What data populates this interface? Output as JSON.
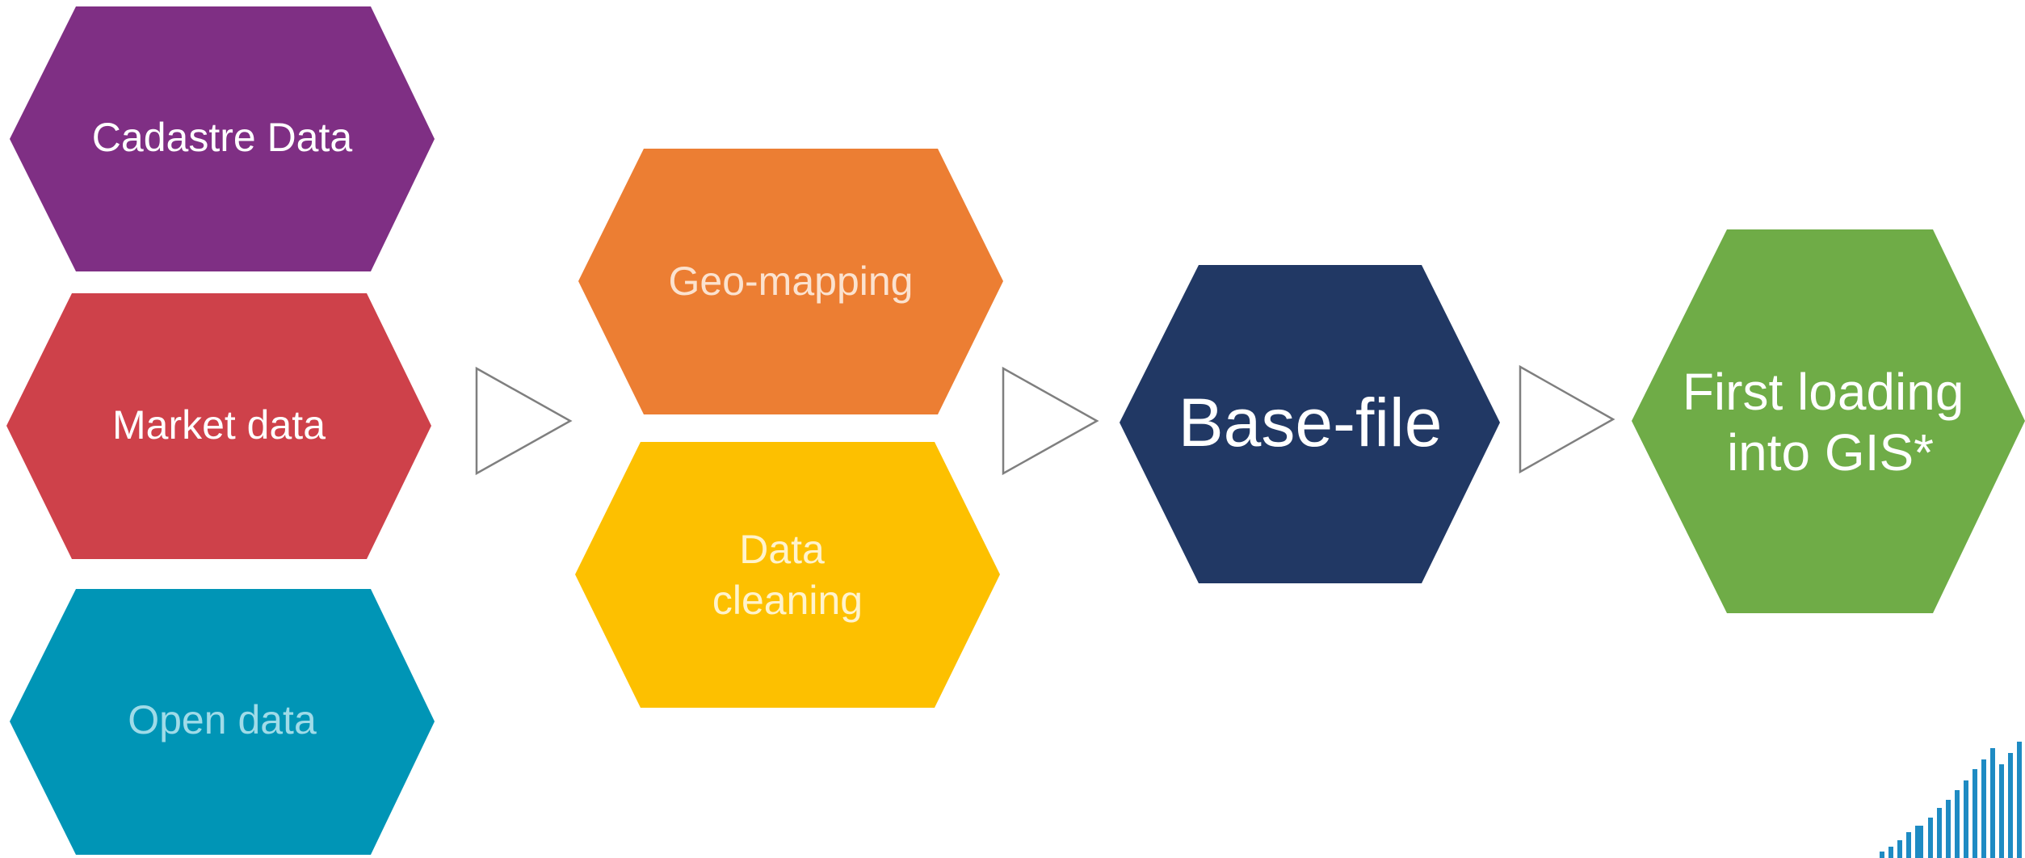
{
  "diagram": {
    "sources": [
      {
        "id": "cadastre",
        "label": "Cadastre Data",
        "color": "#7F2F84"
      },
      {
        "id": "market",
        "label": "Market data",
        "color": "#CE414A"
      },
      {
        "id": "open",
        "label": "Open data",
        "color": "#0095B6"
      }
    ],
    "processing": [
      {
        "id": "geo-mapping",
        "label": "Geo-mapping",
        "color": "#EC7E33"
      },
      {
        "id": "data-cleaning",
        "label_lines": [
          "Data",
          "cleaning"
        ],
        "color": "#FDC000"
      }
    ],
    "base": {
      "label": "Base-file",
      "color": "#213864"
    },
    "output": {
      "label_lines": [
        "First loading",
        "into GIS*"
      ],
      "color": "#6FAC47"
    },
    "logo": {
      "color": "#1E8BC3"
    }
  }
}
